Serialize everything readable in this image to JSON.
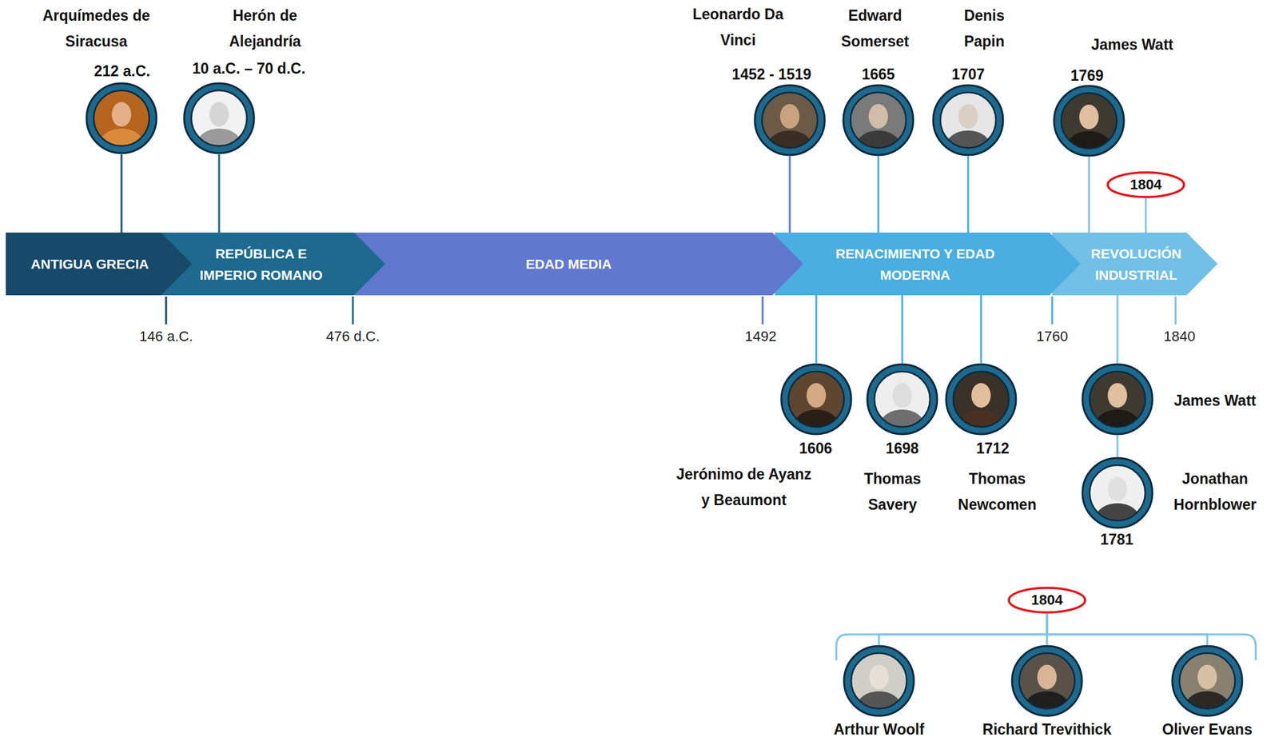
{
  "diagram": {
    "nodes": [
      {
        "text": [
          "Arquímedes de Siracusa",
          "212 a.C."
        ]
      },
      {
        "text": [
          "Herón de Alejandría",
          "10 a.C. – 70 d.C."
        ]
      },
      {
        "text": [
          "Leonardo Da Vinci",
          "1452 - 1519"
        ]
      },
      {
        "text": [
          "Edward Somerset",
          "1665"
        ]
      },
      {
        "text": [
          "Denis Papin",
          "1707"
        ]
      },
      {
        "text": [
          "James Watt",
          "1769"
        ]
      },
      {
        "text": [
          "1804"
        ]
      },
      {
        "text": [
          "ANTIGUA GRECIA"
        ]
      },
      {
        "text": [
          "REPÚBLICA E IMPERIO ROMANO"
        ]
      },
      {
        "text": [
          "EDAD MEDIA"
        ]
      },
      {
        "text": [
          "RENACIMIENTO Y EDAD MODERNA"
        ]
      },
      {
        "text": [
          "REVOLUCIÓN INDUSTRIAL"
        ]
      },
      {
        "text": [
          "1606",
          "Jerónimo de Ayanz y Beaumont"
        ]
      },
      {
        "text": [
          "1698",
          "Thomas Savery"
        ]
      },
      {
        "text": [
          "1712",
          "Thomas Newcomen"
        ]
      },
      {
        "text": [
          "James Watt"
        ]
      },
      {
        "text": [
          "Jonathan Hornblower",
          "1781"
        ]
      },
      {
        "text": [
          "1804"
        ]
      },
      {
        "text": [
          "Arthur Woolf"
        ]
      },
      {
        "text": [
          "Richard Trevithick"
        ]
      },
      {
        "text": [
          "Oliver Evans"
        ]
      }
    ],
    "edges": [
      {
        "from": 0,
        "to": 7,
        "arrow": "none"
      },
      {
        "from": 1,
        "to": 8,
        "arrow": "none"
      },
      {
        "from": 2,
        "to": 10,
        "arrow": "none"
      },
      {
        "from": 3,
        "to": 10,
        "arrow": "none"
      },
      {
        "from": 4,
        "to": 10,
        "arrow": "none"
      },
      {
        "from": 5,
        "to": 11,
        "arrow": "none"
      },
      {
        "from": 6,
        "to": 11,
        "arrow": "none"
      },
      {
        "from": 10,
        "to": 12,
        "arrow": "none"
      },
      {
        "from": 10,
        "to": 13,
        "arrow": "none"
      },
      {
        "from": 10,
        "to": 14,
        "arrow": "none"
      },
      {
        "from": 11,
        "to": 15,
        "arrow": "none"
      },
      {
        "from": 15,
        "to": 16,
        "arrow": "none"
      },
      {
        "from": 17,
        "to": 18,
        "arrow": "none"
      },
      {
        "from": 17,
        "to": 19,
        "arrow": "none"
      },
      {
        "from": 17,
        "to": 20,
        "arrow": "none"
      }
    ],
    "labels": [
      "146 a.C.",
      "476 d.C.",
      "1492",
      "1760",
      "1840"
    ]
  }
}
